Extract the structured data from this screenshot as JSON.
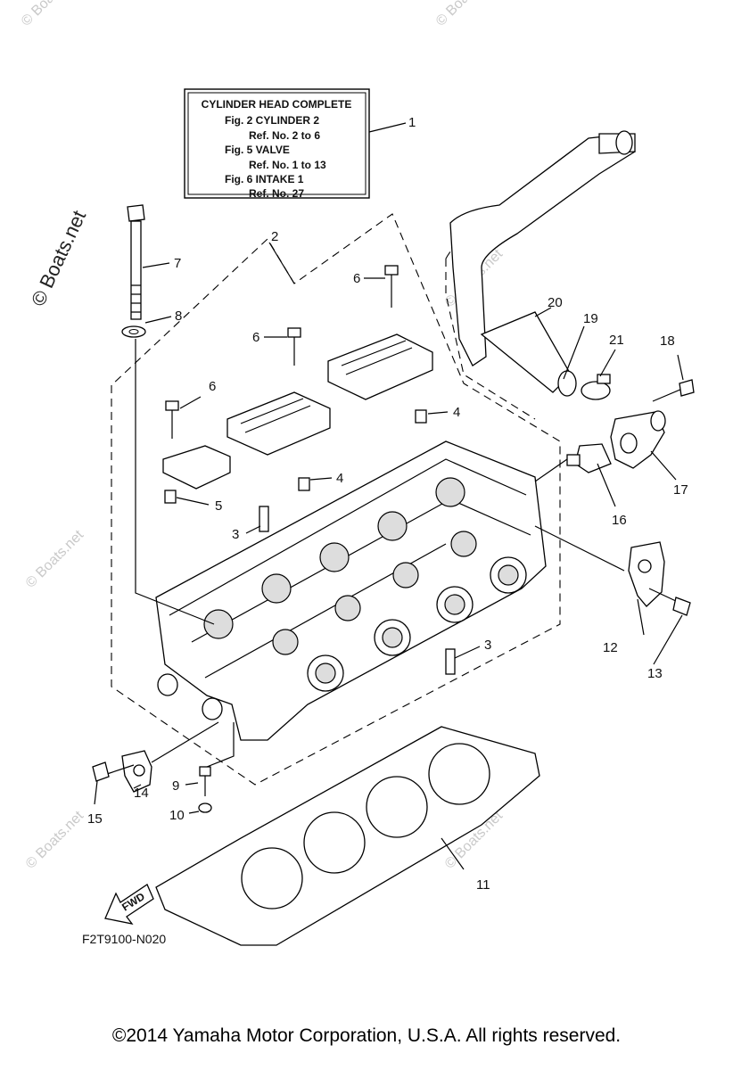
{
  "info_box": {
    "title": "CYLINDER HEAD COMPLETE",
    "lines": [
      "Fig.  2 CYLINDER 2",
      "Ref. No. 2 to 6",
      "Fig.  5 VALVE",
      "Ref. No. 1 to 13",
      "Fig.  6 INTAKE 1",
      "Ref. No. 27"
    ]
  },
  "callouts": {
    "c1": "1",
    "c2": "2",
    "c3a": "3",
    "c3b": "3",
    "c4a": "4",
    "c4b": "4",
    "c5": "5",
    "c6a": "6",
    "c6b": "6",
    "c6c": "6",
    "c7": "7",
    "c8": "8",
    "c9": "9",
    "c10": "10",
    "c11": "11",
    "c12": "12",
    "c13": "13",
    "c14": "14",
    "c15": "15",
    "c16": "16",
    "c17": "17",
    "c18": "18",
    "c19": "19",
    "c20": "20",
    "c21": "21"
  },
  "fwd_label": "FWD",
  "diagram_code": "F2T9100-N020",
  "watermark": "© Boats.net",
  "copyright": "©2014 Yamaha Motor Corporation, U.S.A. All rights reserved."
}
